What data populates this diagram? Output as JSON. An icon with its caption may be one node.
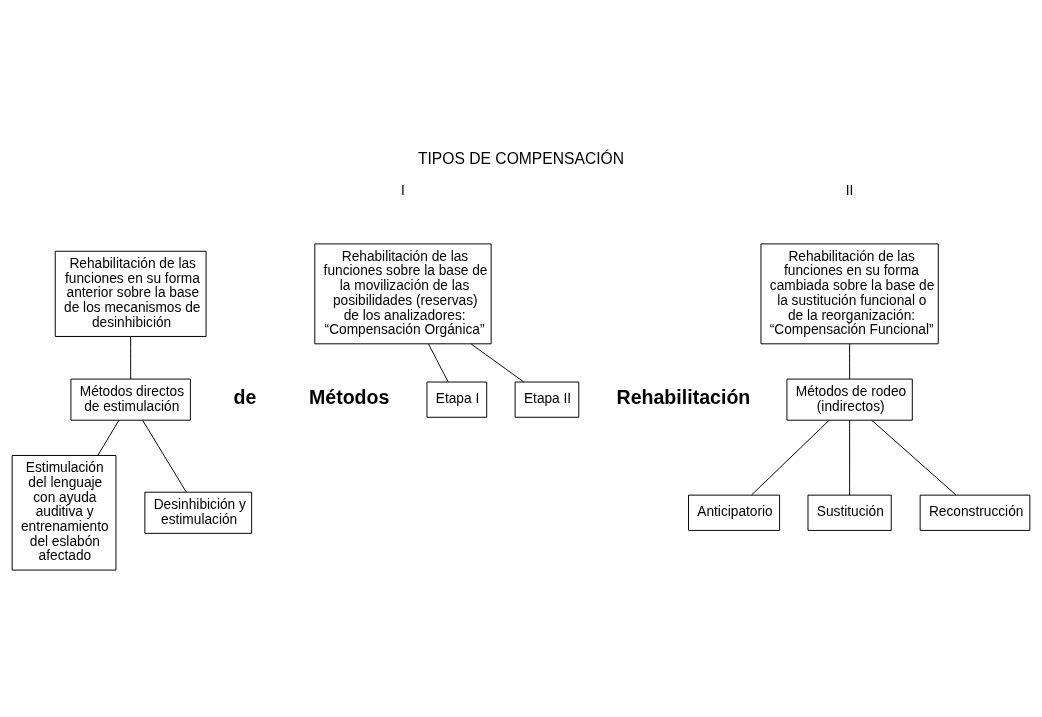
{
  "diagram": {
    "title": "TIPOS DE COMPENSACIÓN",
    "nodes": [
      {
        "text": [
          "Rehabilitación de las funciones en su forma anterior sobre la base de los mecanismos de desinhibición"
        ]
      },
      {
        "text": [
          "Rehabilitación de las funciones sobre la base de la movilización de las posibilidades (reservas) de los analizadores: “Compensación Orgánica”"
        ]
      },
      {
        "text": [
          "Rehabilitación de las funciones en su forma cambiada sobre la base de la sustitución funcional o de la reorganización: “Compensación Funcional”"
        ]
      },
      {
        "text": [
          "Métodos directos de estimulación"
        ]
      },
      {
        "text": [
          "Etapa I"
        ]
      },
      {
        "text": [
          "Etapa II"
        ]
      },
      {
        "text": [
          "Métodos de rodeo (indirectos)"
        ]
      },
      {
        "text": [
          "Desinhibición y estimulación"
        ]
      },
      {
        "text": [
          "Estimulación del lenguaje con ayuda auditiva y entrenamiento del eslabón afectado"
        ]
      },
      {
        "text": [
          "Sustitución"
        ]
      },
      {
        "text": [
          "Reconstrucción"
        ]
      },
      {
        "text": [
          "Anticipatorio"
        ]
      }
    ],
    "edges": [
      {
        "from": 0,
        "to": 3,
        "arrow": "none"
      },
      {
        "from": 1,
        "to": 4,
        "arrow": "none"
      },
      {
        "from": 1,
        "to": 5,
        "arrow": "none"
      },
      {
        "from": 2,
        "to": 6,
        "arrow": "none"
      },
      {
        "from": 3,
        "to": 7,
        "arrow": "none"
      },
      {
        "from": 3,
        "to": 8,
        "arrow": "none"
      },
      {
        "from": 6,
        "to": 9,
        "arrow": "none"
      },
      {
        "from": 6,
        "to": 10,
        "arrow": "none"
      },
      {
        "from": 6,
        "to": 11,
        "arrow": "none"
      }
    ],
    "labels": [
      "I",
      "II",
      "Métodos",
      "de",
      "Rehabilitación"
    ]
  }
}
